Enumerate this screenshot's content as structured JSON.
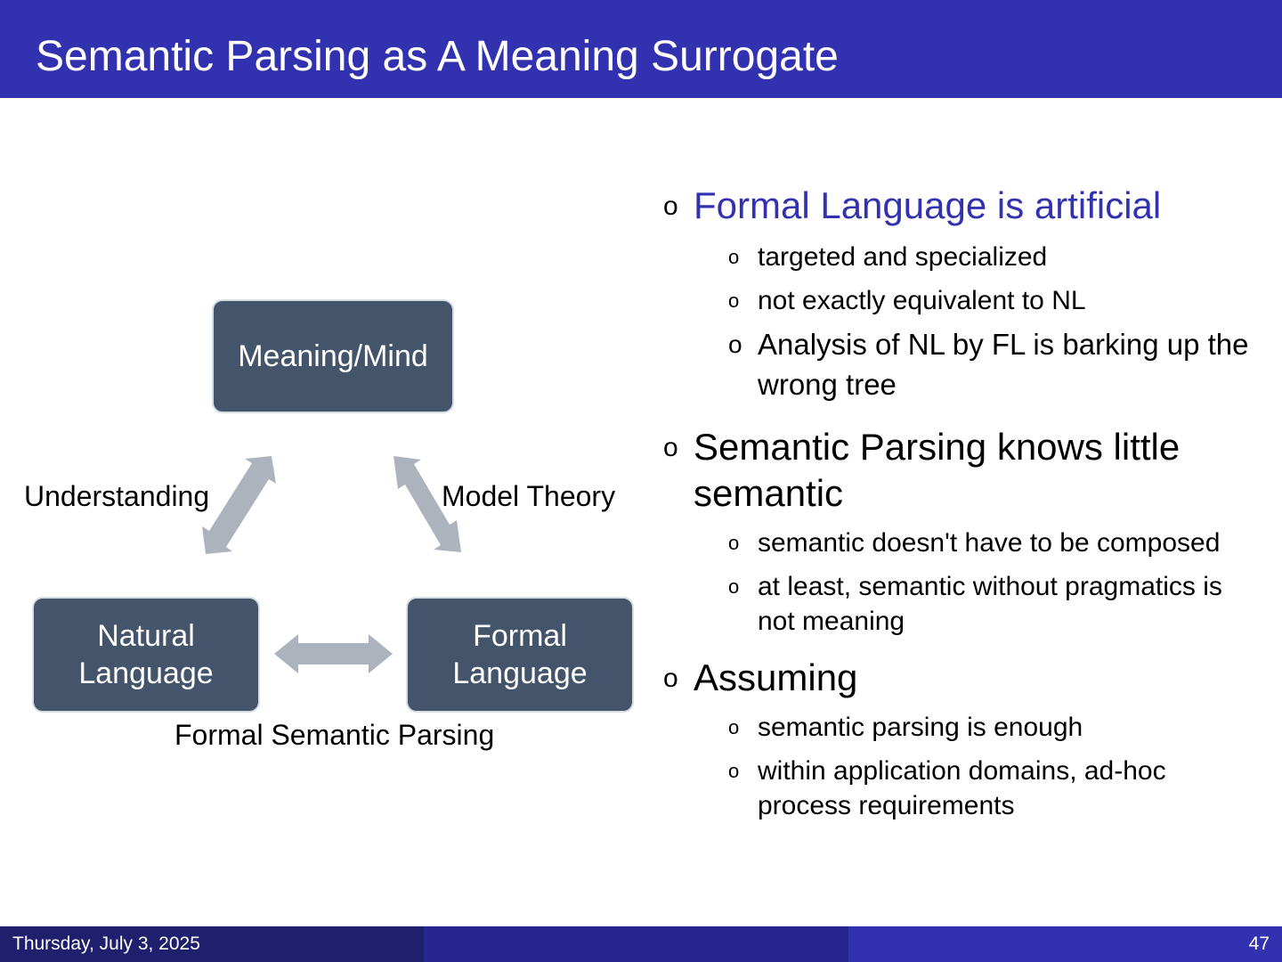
{
  "header": {
    "title": "Semantic Parsing as A Meaning Surrogate"
  },
  "diagram": {
    "nodes": {
      "meaning": "Meaning/Mind",
      "natural": "Natural\nLanguage",
      "formal": "Formal\nLanguage"
    },
    "edge_labels": {
      "understanding": "Understanding",
      "model_theory": "Model Theory",
      "formal_semantic_parsing": "Formal Semantic Parsing"
    }
  },
  "bullets": [
    {
      "marker": "o",
      "text": "Formal Language is artificial",
      "sub": [
        {
          "marker": "o",
          "text": "targeted and specialized"
        },
        {
          "marker": "o",
          "text": "not exactly equivalent to NL"
        },
        {
          "marker": "o",
          "text": "Analysis of NL by FL is barking up the wrong tree"
        }
      ]
    },
    {
      "marker": "o",
      "text": "Semantic Parsing knows little semantic",
      "sub": [
        {
          "marker": "o",
          "text": "semantic doesn't have to be composed"
        },
        {
          "marker": "o",
          "text": "at least, semantic without pragmatics is not meaning"
        }
      ]
    },
    {
      "marker": "o",
      "text": "Assuming",
      "sub": [
        {
          "marker": "o",
          "text": "semantic parsing is enough"
        },
        {
          "marker": "o",
          "text": "within application domains, ad-hoc process requirements"
        }
      ]
    }
  ],
  "footer": {
    "date": "Thursday, July 3, 2025",
    "page_number": "47"
  },
  "colors": {
    "header_bg": "#3232b0",
    "accent_text": "#3232b0",
    "node_fill": "#44546a",
    "arrow_fill": "#adb3bd",
    "footer_dark": "#1f1f6e",
    "footer_mid": "#26268e",
    "footer_light": "#3232b0"
  }
}
